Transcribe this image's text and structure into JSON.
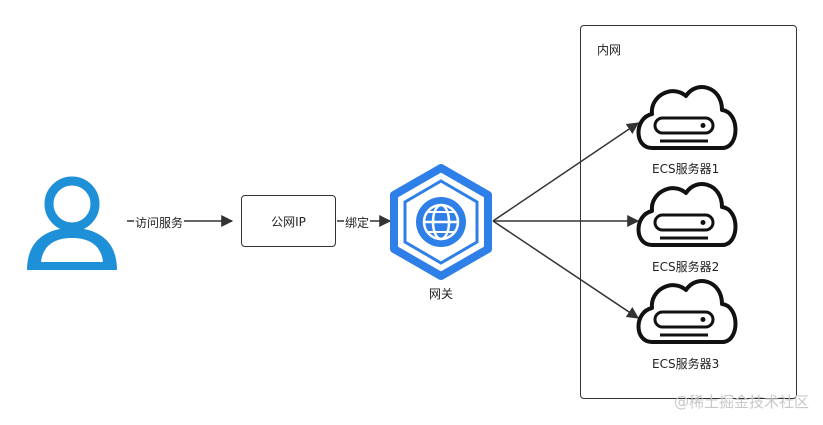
{
  "diagram": {
    "vpc_label": "内网",
    "public_ip_label": "公网IP",
    "gateway_label": "网关",
    "edges": {
      "user_to_ip": "访问服务",
      "ip_to_gateway": "绑定"
    },
    "servers": [
      {
        "label": "ECS服务器1"
      },
      {
        "label": "ECS服务器2"
      },
      {
        "label": "ECS服务器3"
      }
    ]
  },
  "colors": {
    "user_icon": "#1e90d8",
    "gateway_icon": "#2f7fe8",
    "line": "#333333"
  },
  "watermark": "@稀土掘金技术社区"
}
